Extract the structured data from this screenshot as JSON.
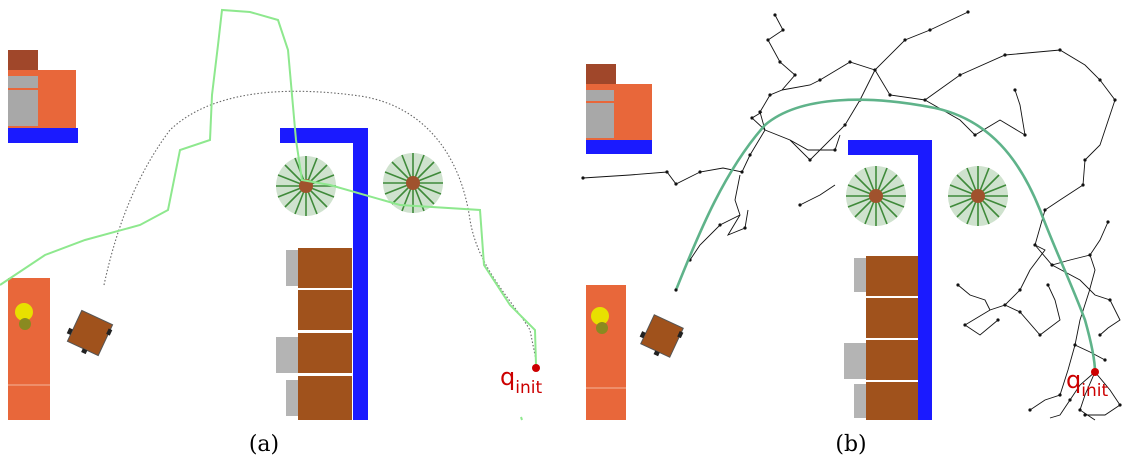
{
  "panels": [
    {
      "caption": "(a)",
      "start_label": "q",
      "start_label_sub": "init"
    },
    {
      "caption": "(b)",
      "start_label": "q",
      "start_label_sub": "init"
    }
  ],
  "colors": {
    "wall": "#1a1aff",
    "orange_furniture": "#e8673a",
    "brown_furniture": "#a0521c",
    "gray_chair": "#b4b4b4",
    "plant_leaves": "#3f8a3a",
    "plant_center": "#a0522d",
    "path_a_green": "#8ee88e",
    "path_b_green": "#5fb38a",
    "tree_edges": "#111111",
    "start_marker": "#cc0000",
    "lamp": "#e8e000"
  },
  "icons": [
    "plant-icon",
    "lamp-icon",
    "table-icon",
    "chair-icon"
  ]
}
